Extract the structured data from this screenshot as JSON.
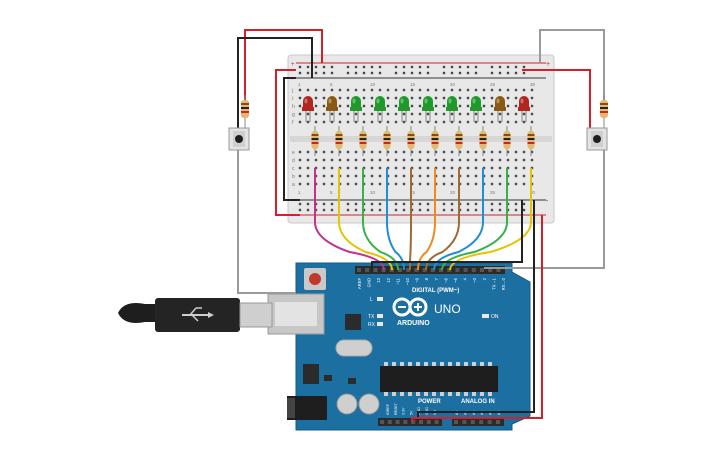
{
  "arduino": {
    "logo_text": "ARDUINO",
    "model": "UNO",
    "digital_label": "DIGITAL (PWM~)",
    "analog_label": "ANALOG IN",
    "power_label": "POWER",
    "on_label": "ON",
    "l_label": "L",
    "tx_label": "TX",
    "rx_label": "RX",
    "aref_label": "AREF",
    "gnd_label": "GND",
    "digital_pins": [
      "13",
      "12",
      "~11",
      "~10",
      "~9",
      "8",
      "7",
      "~6",
      "~5",
      "4",
      "~3",
      "2",
      "TX→1",
      "RX←0"
    ],
    "power_pins": [
      "IOREF",
      "RESET",
      "3.3V",
      "5V",
      "GND",
      "GND",
      "Vin"
    ],
    "analog_pins": [
      "A0",
      "A1",
      "A2",
      "A3",
      "A4",
      "A5"
    ]
  },
  "breadboard": {
    "top_rows": [
      "j",
      "i",
      "h",
      "g",
      "f"
    ],
    "bottom_rows": [
      "e",
      "d",
      "c",
      "b",
      "a"
    ],
    "col_numbers": [
      "1",
      "5",
      "10",
      "15",
      "20",
      "25",
      "30"
    ],
    "plus": "+",
    "minus": "-"
  },
  "leds": {
    "colors": [
      "red",
      "brown",
      "green",
      "green",
      "green",
      "green",
      "green",
      "green",
      "brown",
      "red"
    ],
    "palette": {
      "red": "#b3261e",
      "brown": "#8a5a14",
      "green": "#1f9a2a"
    }
  },
  "wire_colors": [
    "#c2318f",
    "#e4c400",
    "#3ab04a",
    "#1e8fd0",
    "#a06a34",
    "#f08a1c",
    "#a06a34",
    "#1e8fd0",
    "#3ab04a",
    "#e4c400",
    "#c2318f"
  ],
  "colors": {
    "board": "#1c6fa1",
    "breadboard": "#e9e9e9",
    "power_red": "#d3202a",
    "ground_black": "#222222",
    "gray_wire": "#9a9a9a"
  }
}
